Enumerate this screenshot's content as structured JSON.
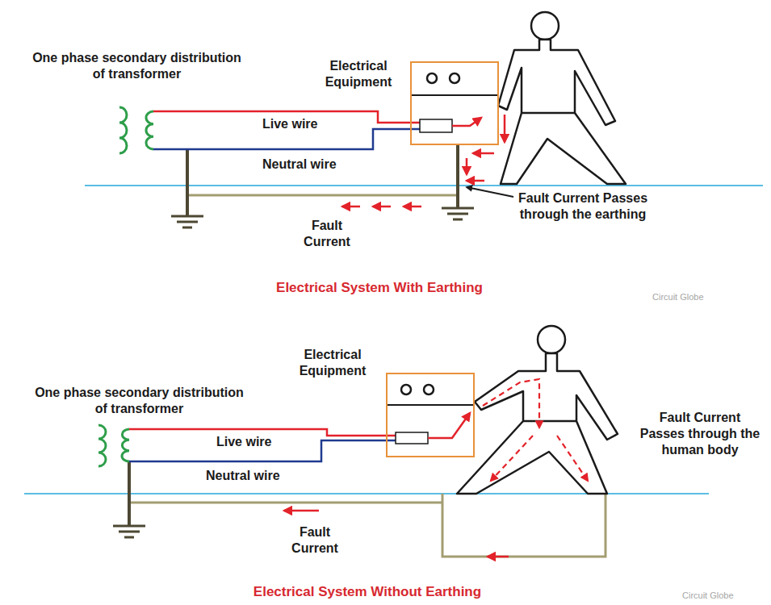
{
  "diagram": {
    "nodes": [
      {
        "text": [
          "Electrical Equipment"
        ]
      },
      {
        "text": [
          "Electrical Equipment"
        ]
      }
    ],
    "labels": [
      "One phase secondary distribution of transformer",
      "Live wire",
      "Neutral wire",
      "Fault Current Passes through the earthing",
      "Fault Current",
      "Electrical System With Earthing",
      "Circuit Globe",
      "One phase secondary distribution of transformer",
      "Live wire",
      "Neutral wire",
      "Fault Current Passes through the human body",
      "Fault Current",
      "Electrical System Without Earthing",
      "Circuit Globe"
    ]
  }
}
